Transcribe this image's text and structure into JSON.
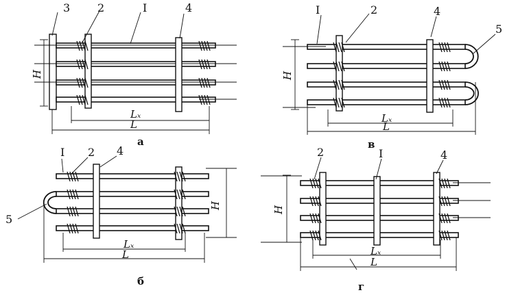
{
  "labels": {
    "pipe": "I",
    "fin": "2",
    "flange": "3",
    "support": "4",
    "bend": "5",
    "height": "H",
    "fin_length": "Lₓ",
    "total_length": "L"
  },
  "captions": {
    "a": "а",
    "b": "б",
    "v": "в",
    "g": "г"
  },
  "colors": {
    "ink": "#111111",
    "paper": "#ffffff"
  }
}
